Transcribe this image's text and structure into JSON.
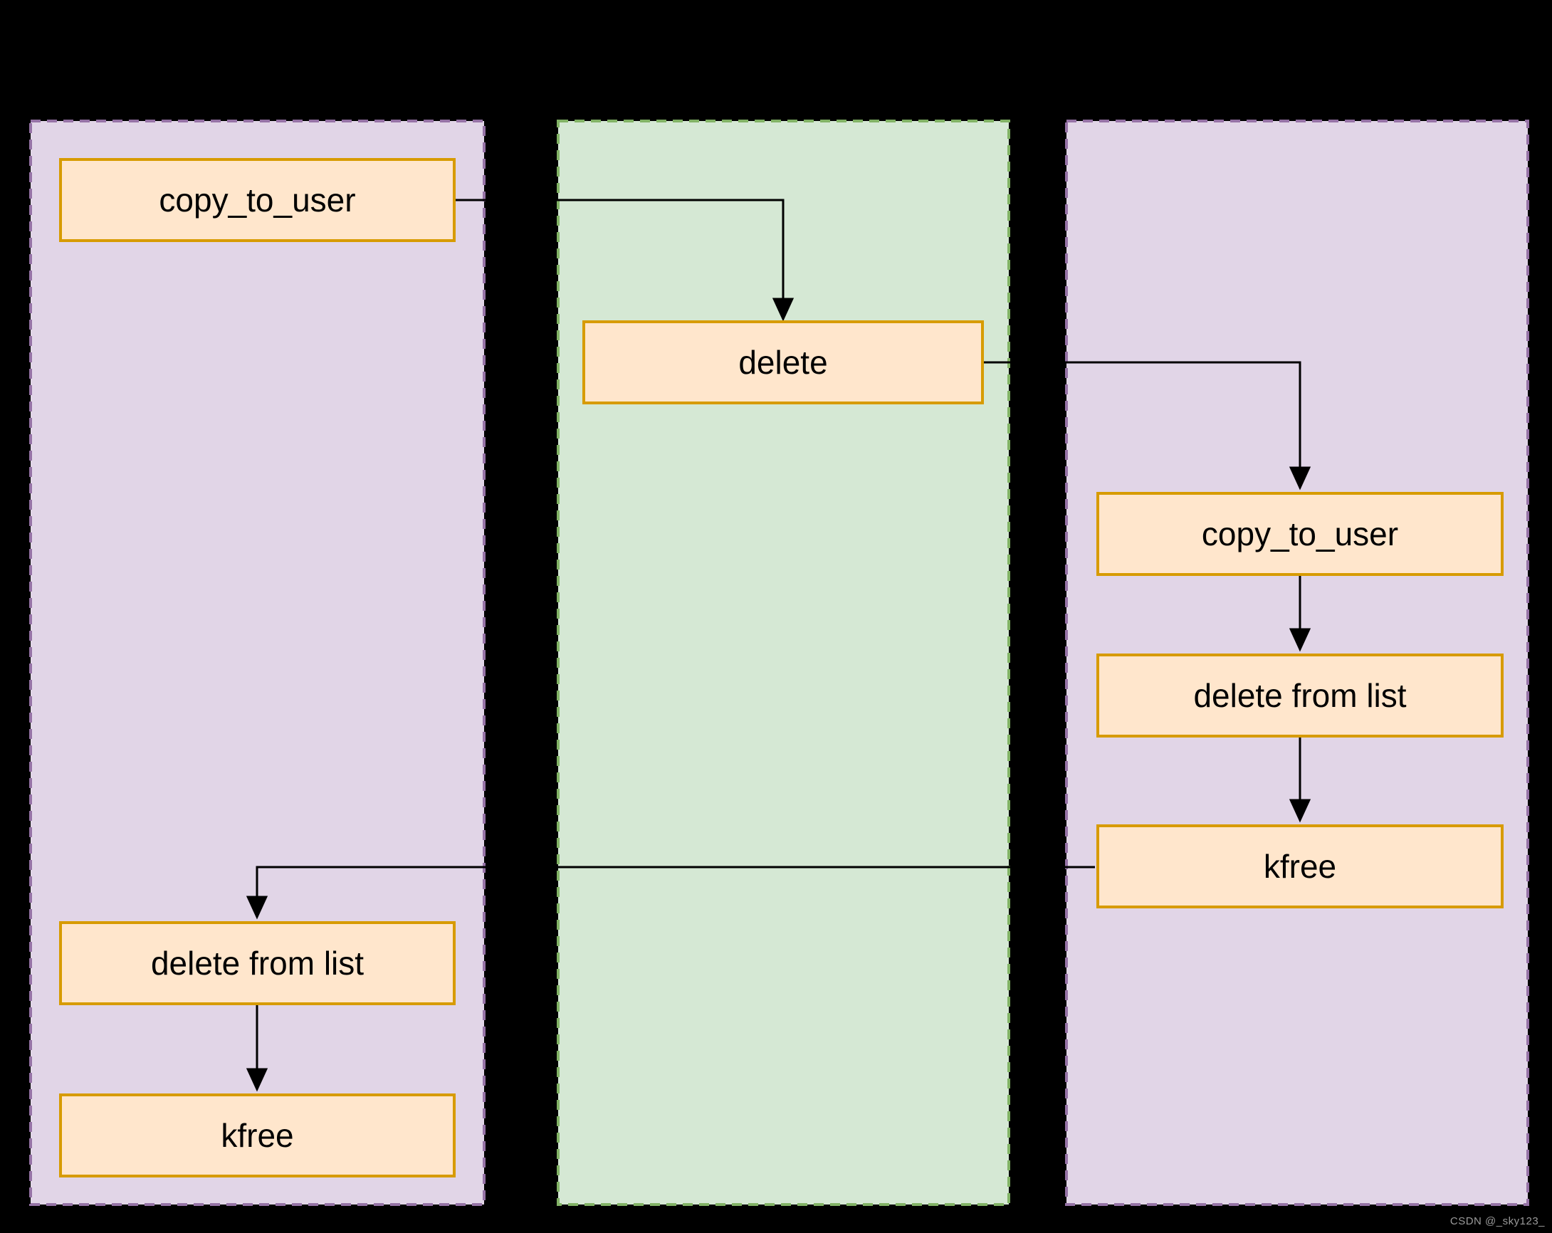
{
  "page": {
    "background": "#000000"
  },
  "diagram": {
    "lanes": [
      {
        "id": "left",
        "fill": "#E1D5E7",
        "stroke": "#9673A6"
      },
      {
        "id": "middle",
        "fill": "#D5E8D4",
        "stroke": "#82B366"
      },
      {
        "id": "right",
        "fill": "#E1D5E7",
        "stroke": "#9673A6"
      }
    ],
    "node_style": {
      "fill": "#FFE6CC",
      "stroke": "#D79B00",
      "text_color": "#000000"
    },
    "edge_style": {
      "color": "#000000"
    },
    "nodes": [
      {
        "id": "left-copy-to-user",
        "label": "copy_to_user",
        "lane": "left"
      },
      {
        "id": "middle-delete",
        "label": "delete",
        "lane": "middle"
      },
      {
        "id": "right-copy-to-user",
        "label": "copy_to_user",
        "lane": "right"
      },
      {
        "id": "right-delete-from-list",
        "label": "delete from list",
        "lane": "right"
      },
      {
        "id": "right-kfree",
        "label": "kfree",
        "lane": "right"
      },
      {
        "id": "left-delete-from-list",
        "label": "delete from list",
        "lane": "left"
      },
      {
        "id": "left-kfree",
        "label": "kfree",
        "lane": "left"
      }
    ],
    "edges": [
      {
        "from": "left-copy-to-user",
        "to": "middle-delete"
      },
      {
        "from": "middle-delete",
        "to": "right-copy-to-user"
      },
      {
        "from": "right-copy-to-user",
        "to": "right-delete-from-list"
      },
      {
        "from": "right-delete-from-list",
        "to": "right-kfree"
      },
      {
        "from": "right-kfree",
        "to": "left-delete-from-list"
      },
      {
        "from": "left-delete-from-list",
        "to": "left-kfree"
      }
    ]
  },
  "watermark": {
    "text": "CSDN @_sky123_",
    "color": "#9a9a9a"
  }
}
